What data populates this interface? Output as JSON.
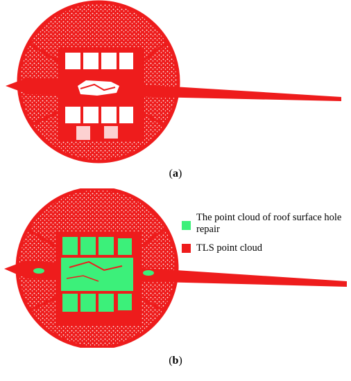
{
  "panel_a": {
    "label_open": "(",
    "label_letter": "a",
    "label_close": ")"
  },
  "panel_b": {
    "label_open": "(",
    "label_letter": "b",
    "label_close": ")"
  },
  "legend": [
    {
      "label": "The point cloud of roof surface hole repair",
      "color": "#3cf07a"
    },
    {
      "label": "TLS point cloud",
      "color": "#ee1c1c"
    }
  ],
  "colors": {
    "cloud": "#ee1c1c",
    "repair": "#3cf07a",
    "background": "#ffffff"
  }
}
